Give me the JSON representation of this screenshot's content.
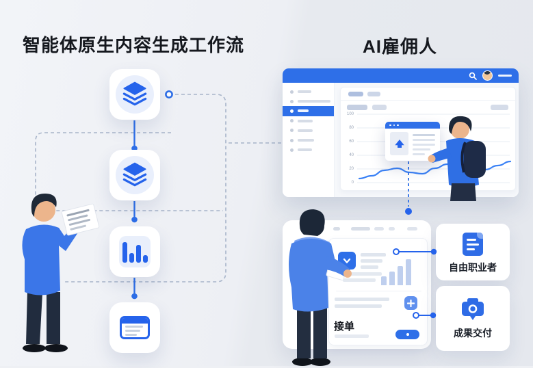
{
  "left_panel": {
    "title": "智能体原生内容生成工作流",
    "workflow_nodes": [
      {
        "id": 1,
        "icon": "layers-stack-icon"
      },
      {
        "id": 2,
        "icon": "layers-stack-icon"
      },
      {
        "id": 3,
        "icon": "bar-chart-icon"
      },
      {
        "id": 4,
        "icon": "document-note-icon"
      }
    ]
  },
  "right_panel": {
    "title": "AI雇佣人",
    "browser_mockup": {
      "topbar_icons": [
        "search-icon",
        "user-avatar",
        "menu-dash"
      ],
      "sidebar": {
        "item_count": 7,
        "active_index": 2
      },
      "chart_yticks": [
        "100",
        "80",
        "60",
        "40",
        "20",
        "0"
      ]
    },
    "freelancer_card": {
      "label": "自由职业者",
      "icon": "document-icon"
    },
    "delivery_card": {
      "label": "成果交付",
      "icon": "camera-icon"
    },
    "order_panel": {
      "take_order_label": "接单",
      "icons": [
        "checkbox-check-icon",
        "plus-icon",
        "pill-dot-button"
      ]
    }
  },
  "chart_data": [
    {
      "type": "line",
      "description": "Analytics line chart inside the AI雇佣人 browser dashboard mockup",
      "x": [
        0,
        1,
        2,
        3,
        4,
        5,
        6,
        7,
        8,
        9,
        10,
        11,
        12
      ],
      "values": [
        6,
        10,
        18,
        21,
        15,
        13,
        21,
        27,
        22,
        16,
        19,
        25,
        31
      ],
      "yticks": [
        100,
        80,
        60,
        40,
        20,
        0
      ],
      "ylim": [
        0,
        100
      ],
      "grid": true,
      "legend": false
    },
    {
      "type": "bar",
      "description": "Ascending mini bar chart in the order panel (no labels)",
      "values": [
        13,
        20,
        28,
        38
      ]
    },
    {
      "type": "bar",
      "description": "Bar-chart workflow icon bars (decorative glyph)",
      "values": [
        30,
        14,
        26,
        11
      ]
    }
  ],
  "colors": {
    "primary_blue": "#2e6fe8",
    "icon_blue": "#2563eb",
    "light_bar": "#bfcfee",
    "bg_left": "#f1f3f7",
    "bg_right": "#e6e9ee",
    "text_dark": "#15181e"
  }
}
